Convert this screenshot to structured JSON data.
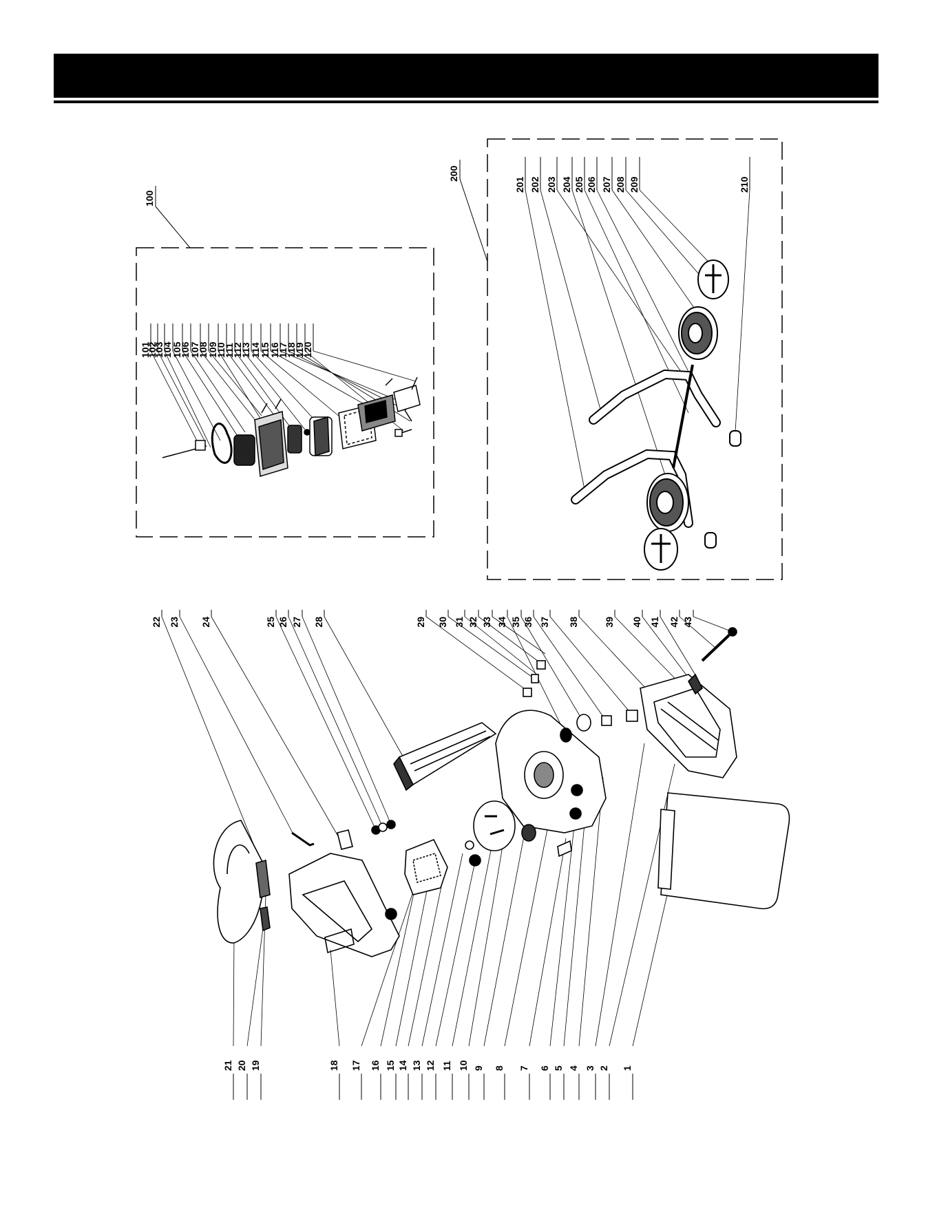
{
  "header": {
    "title": ""
  },
  "group_100": {
    "label": "100",
    "callouts": [
      "101",
      "102",
      "103",
      "104",
      "105",
      "106",
      "107",
      "108",
      "109",
      "110",
      "111",
      "112",
      "113",
      "114",
      "115",
      "116",
      "117",
      "118",
      "119",
      "120"
    ]
  },
  "group_200": {
    "label": "200",
    "callouts": [
      "201",
      "202",
      "203",
      "204",
      "205",
      "206",
      "207",
      "208",
      "209",
      "210"
    ]
  },
  "main_top_callouts": [
    "22",
    "23",
    "24",
    "25",
    "26",
    "27",
    "28",
    "29",
    "30",
    "31",
    "32",
    "33",
    "34",
    "35",
    "36",
    "37",
    "38",
    "39",
    "40",
    "41",
    "42",
    "43"
  ],
  "main_bottom_callouts": [
    "21",
    "20",
    "19",
    "18",
    "17",
    "16",
    "15",
    "14",
    "13",
    "12",
    "11",
    "10",
    "9",
    "8",
    "7",
    "6",
    "5",
    "4",
    "3",
    "2",
    "1"
  ],
  "footer": {
    "text": ""
  }
}
